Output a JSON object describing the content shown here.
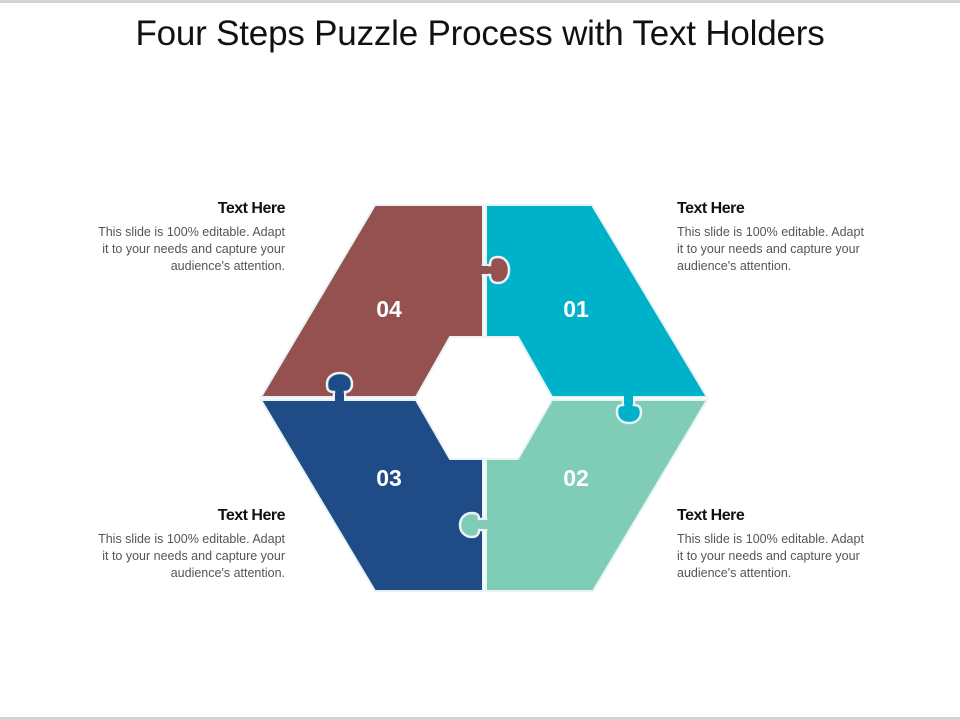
{
  "title": "Four Steps Puzzle Process with Text Holders",
  "colors": {
    "step01": "#00B1CA",
    "step02": "#7FCDB6",
    "step03": "#1F4C87",
    "step04": "#955050",
    "seam": "#e8f3f6"
  },
  "steps": [
    {
      "number": "01",
      "heading": "Text Here",
      "body_lines": [
        "This slide is 100% editable. Adapt",
        "it to your needs and capture your",
        "audience's attention."
      ]
    },
    {
      "number": "02",
      "heading": "Text Here",
      "body_lines": [
        "This slide is 100% editable. Adapt",
        "it to your needs and capture your",
        "audience's attention."
      ]
    },
    {
      "number": "03",
      "heading": "Text Here",
      "body_lines": [
        "This slide is 100% editable. Adapt",
        "it to your needs and capture your",
        "audience's attention."
      ]
    },
    {
      "number": "04",
      "heading": "Text Here",
      "body_lines": [
        "This slide is 100% editable. Adapt",
        "it to your needs and capture your",
        "audience's attention."
      ]
    }
  ]
}
